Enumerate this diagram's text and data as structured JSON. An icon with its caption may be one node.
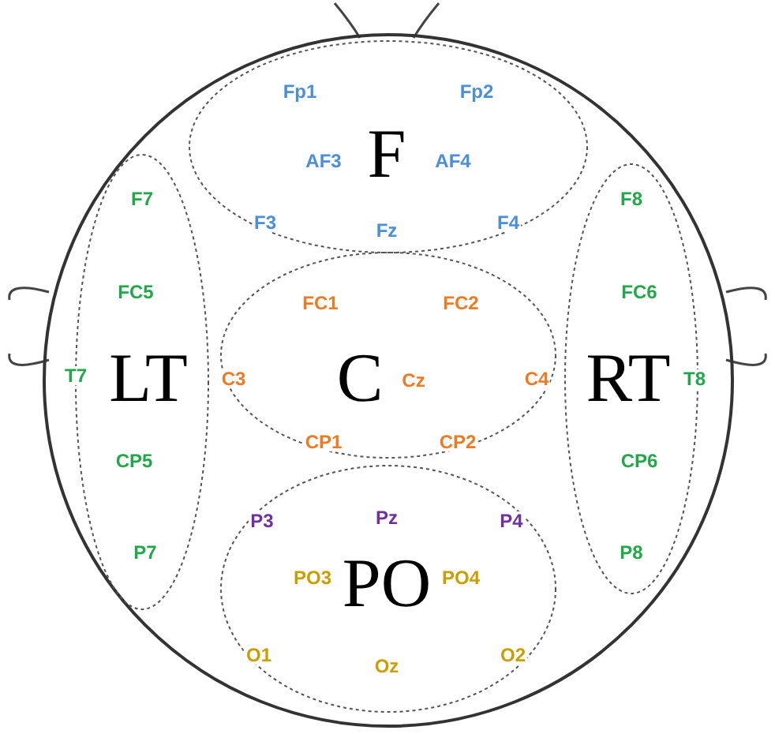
{
  "diagram": {
    "nodes": [
      {
        "text": [],
        "shape": "circle"
      },
      {
        "text": [
          "Fp1",
          "Fp2",
          "AF3",
          "F",
          "AF4",
          "F3",
          "Fz",
          "F4"
        ],
        "in": 0
      },
      {
        "text": [
          "F7",
          "FC5",
          "T7",
          "LT",
          "CP5",
          "P7"
        ],
        "in": 0
      },
      {
        "text": [
          "FC1",
          "FC2",
          "C3",
          "C",
          "Cz",
          "C4",
          "CP1",
          "CP2"
        ],
        "in": 0
      },
      {
        "text": [
          "F8",
          "FC6",
          "RT",
          "T8",
          "CP6",
          "P8"
        ],
        "in": 0
      },
      {
        "text": [
          "P3",
          "Pz",
          "P4",
          "PO3",
          "PO",
          "PO4",
          "O1",
          "Oz",
          "O2"
        ],
        "in": 0
      }
    ],
    "edges": []
  }
}
